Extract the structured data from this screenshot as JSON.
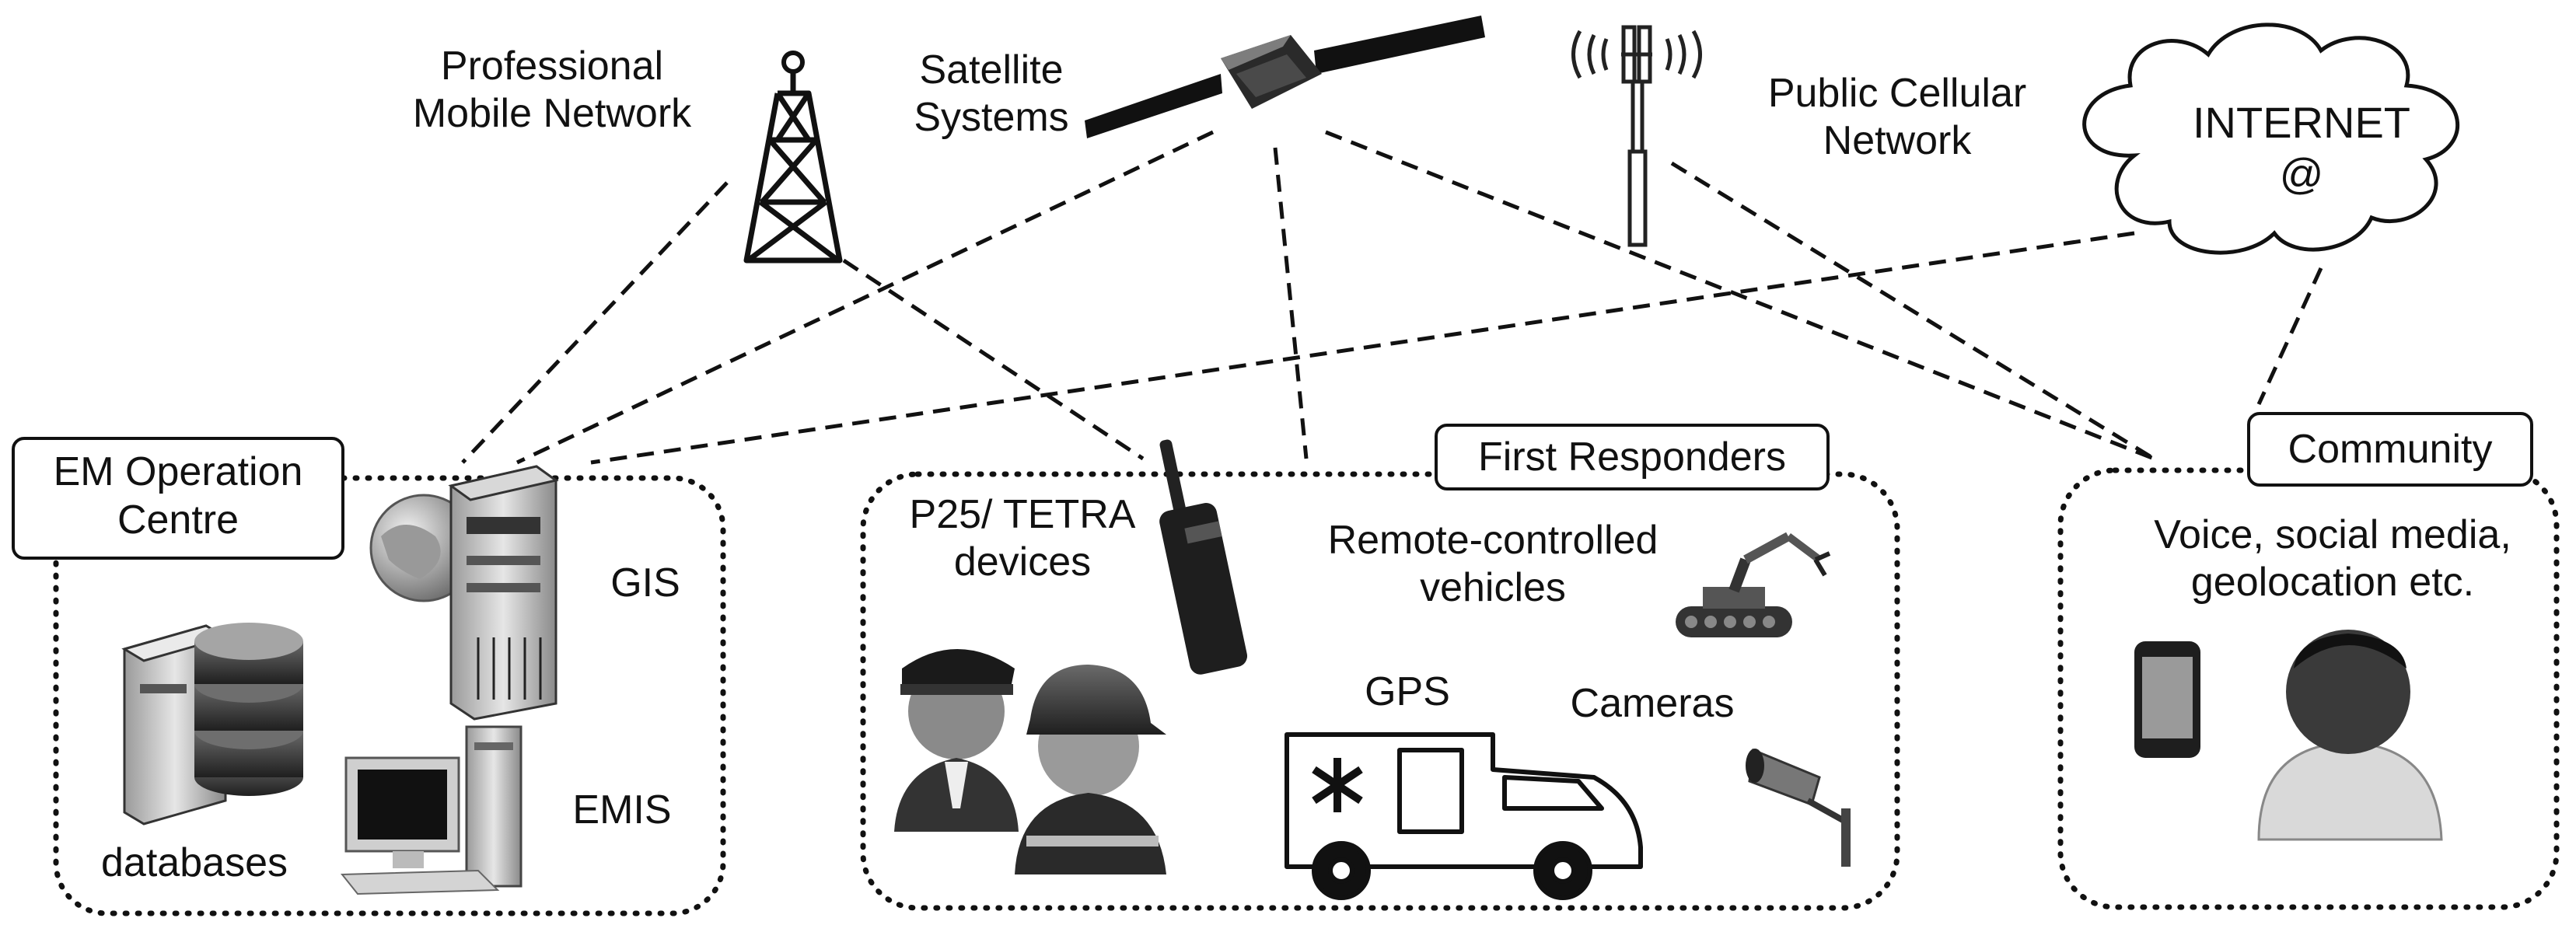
{
  "networks": {
    "pmn_label": [
      "Professional",
      "Mobile Network"
    ],
    "sat_label": [
      "Satellite",
      "Systems"
    ],
    "cell_label": [
      "Public Cellular",
      "Network"
    ],
    "internet_label": [
      "INTERNET",
      "@"
    ]
  },
  "em_centre": {
    "title": [
      "EM Operation",
      "Centre"
    ],
    "gis": "GIS",
    "emis": "EMIS",
    "databases": "databases"
  },
  "first_responders": {
    "title": "First Responders",
    "p25": [
      "P25/ TETRA",
      "devices"
    ],
    "remote": [
      "Remote-controlled",
      "vehicles"
    ],
    "gps": "GPS",
    "cameras": "Cameras"
  },
  "community": {
    "title": "Community",
    "desc": [
      "Voice, social media,",
      "geolocation etc."
    ]
  },
  "colors": {
    "ink": "#111111",
    "dark": "#2b2b2b",
    "mid": "#7a7a7a",
    "light": "#cfcfcf"
  }
}
